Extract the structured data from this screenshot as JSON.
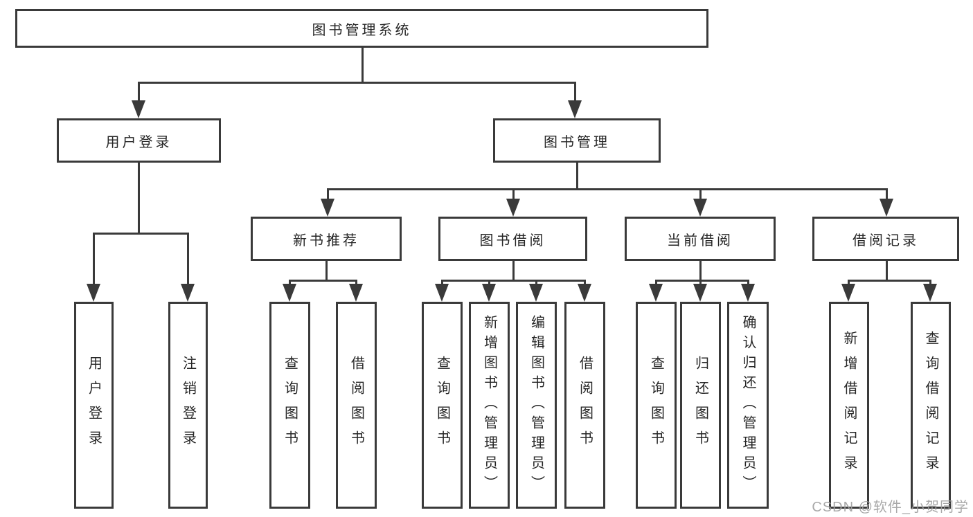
{
  "tree": {
    "root": {
      "label": "图书管理系统"
    },
    "branches": [
      {
        "label": "用户登录",
        "children": [
          {
            "label": "用户登录"
          },
          {
            "label": "注销登录"
          }
        ]
      },
      {
        "label": "图书管理",
        "children": [
          {
            "label": "新书推荐",
            "children": [
              {
                "label": "查询图书"
              },
              {
                "label": "借阅图书"
              }
            ]
          },
          {
            "label": "图书借阅",
            "children": [
              {
                "label": "查询图书"
              },
              {
                "label": "新增图书（管理员）"
              },
              {
                "label": "编辑图书（管理员）"
              },
              {
                "label": "借阅图书"
              }
            ]
          },
          {
            "label": "当前借阅",
            "children": [
              {
                "label": "查询图书"
              },
              {
                "label": "归还图书"
              },
              {
                "label": "确认归还（管理员）"
              }
            ]
          },
          {
            "label": "借阅记录",
            "children": [
              {
                "label": "新增借阅记录"
              },
              {
                "label": "查询借阅记录"
              }
            ]
          }
        ]
      }
    ]
  },
  "watermark": {
    "text": "CSDN @软件_小贺同学"
  },
  "colors": {
    "line": "#3a3a3a",
    "text": "#262626",
    "box_fill": "#ffffff",
    "watermark": "#a0a0a0"
  }
}
